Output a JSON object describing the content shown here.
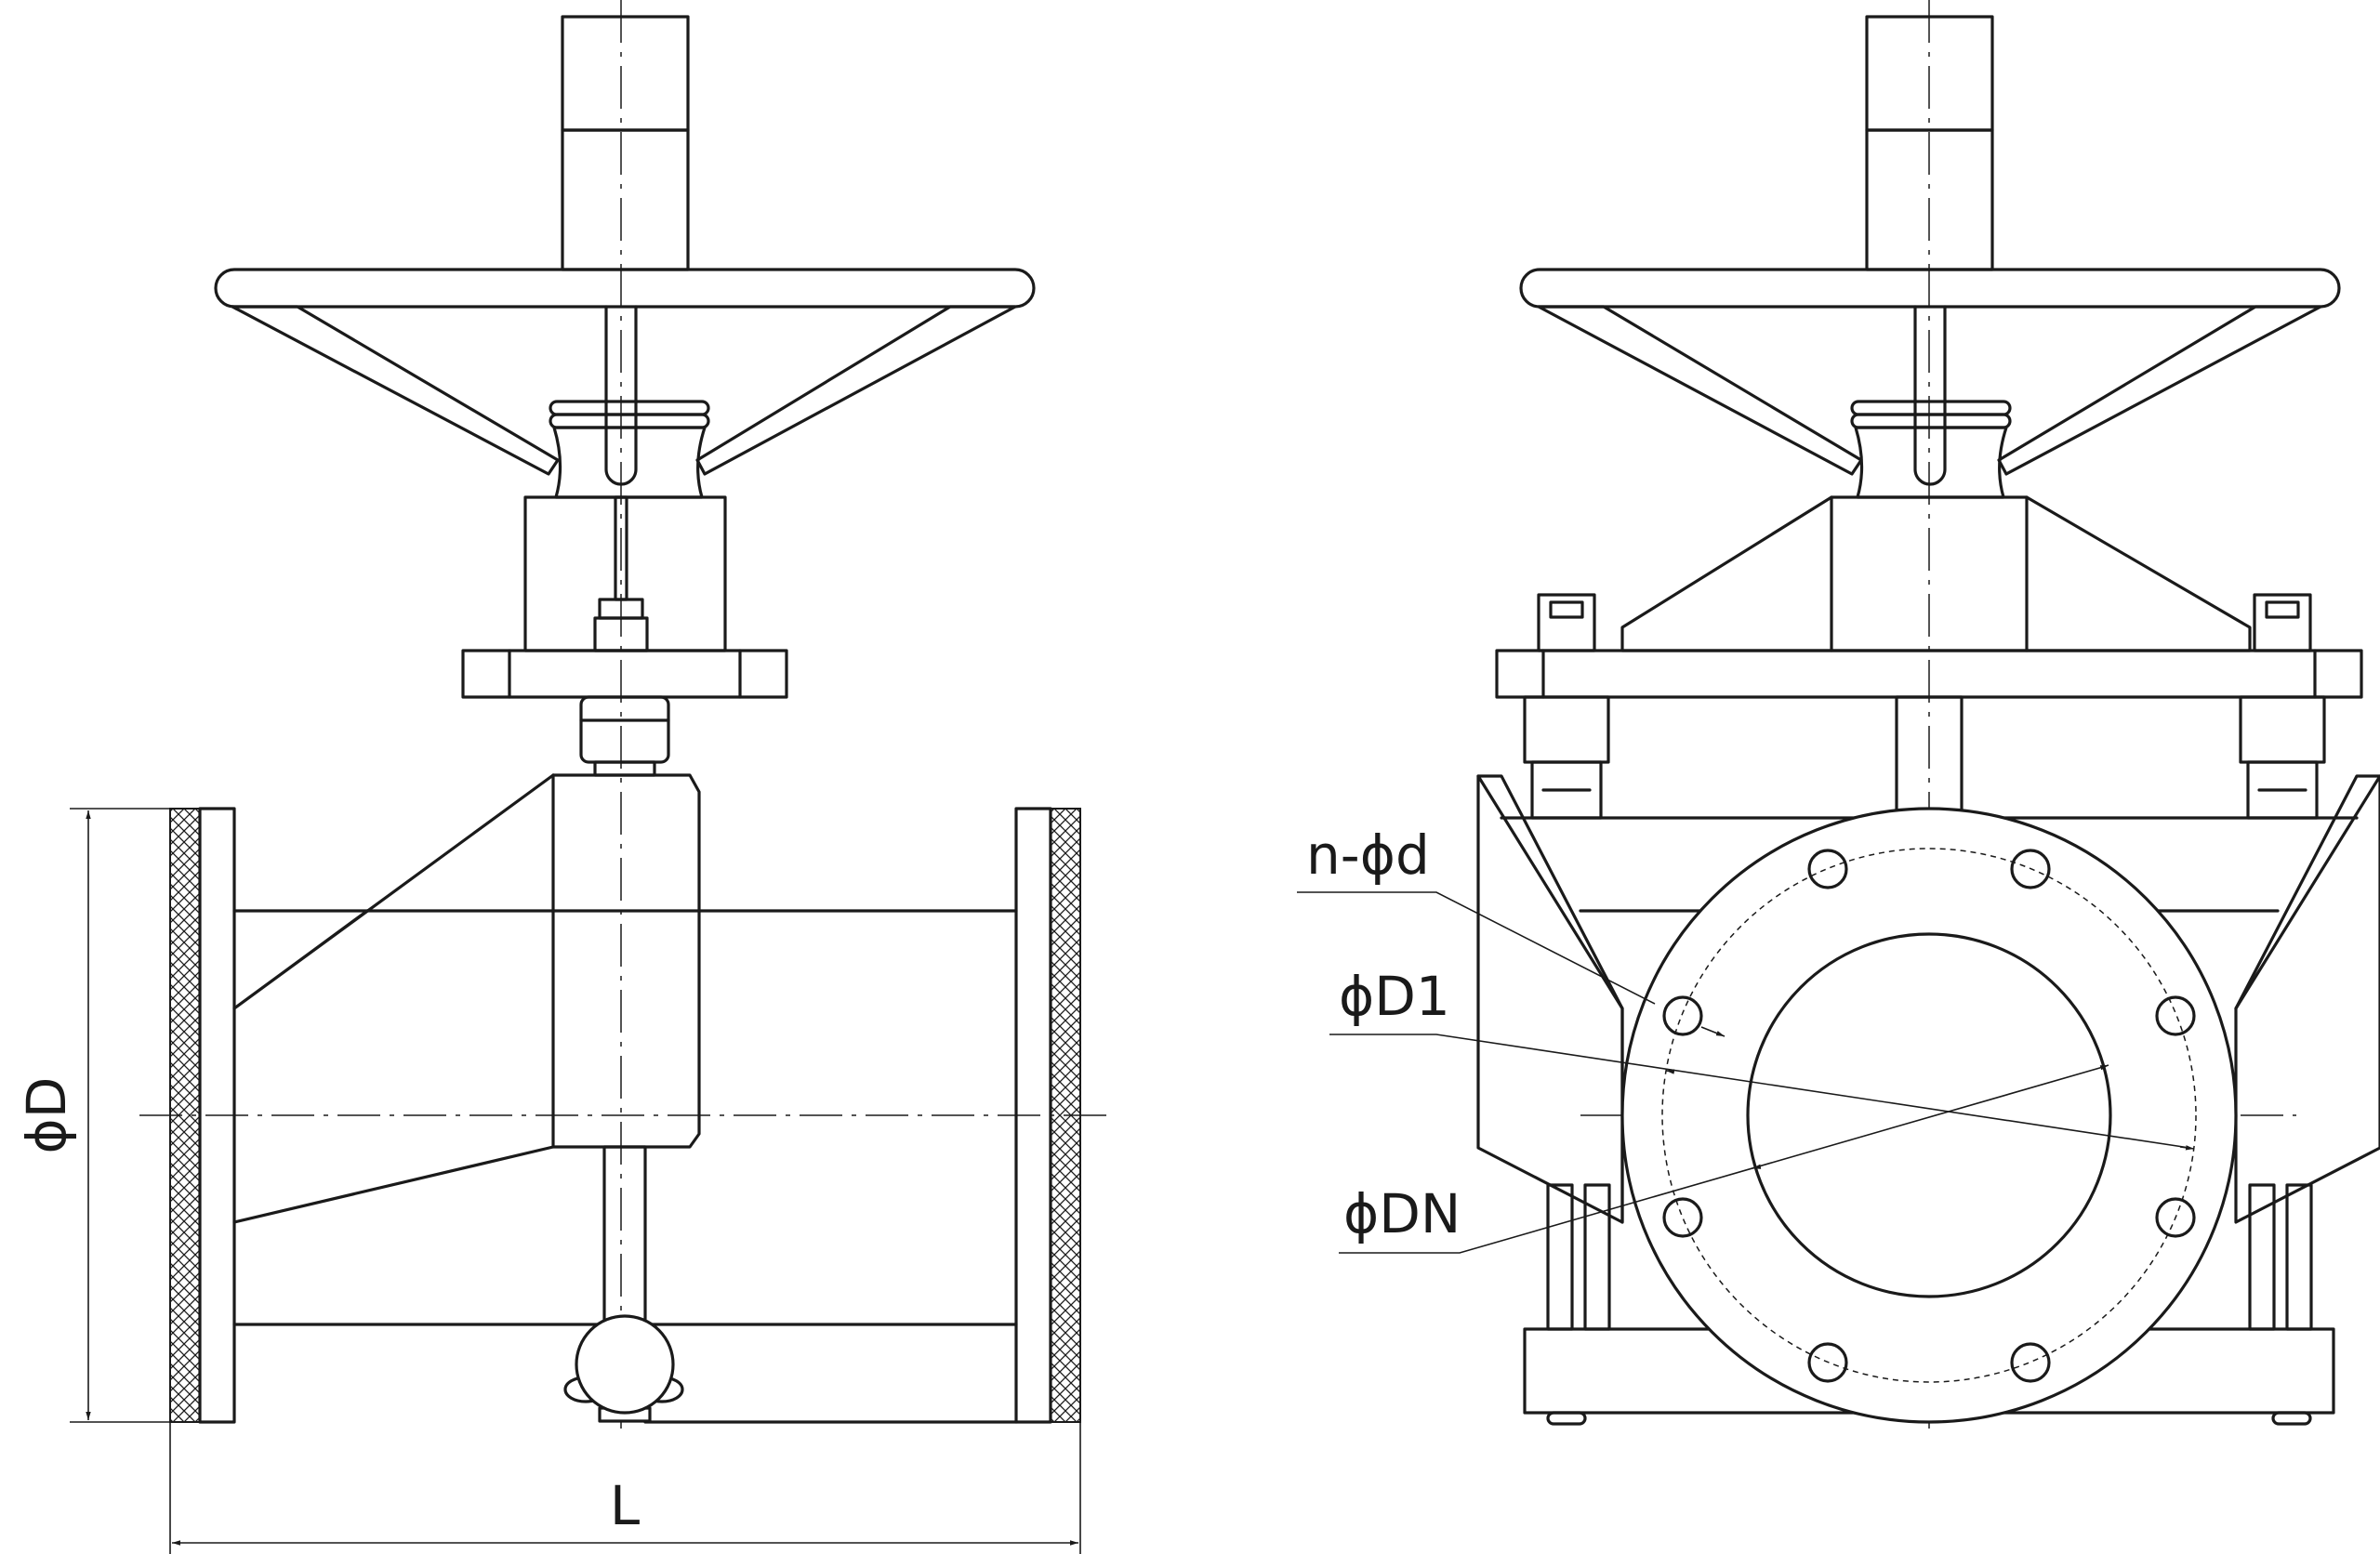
{
  "labels": {
    "flange_diameter": "ϕD",
    "length": "L",
    "bolt_holes": "n-ϕd",
    "pitch_circle": "ϕD1",
    "nominal_diameter": "ϕDN"
  },
  "colors": {
    "line": "#1a1a1a",
    "background": "#ffffff"
  }
}
